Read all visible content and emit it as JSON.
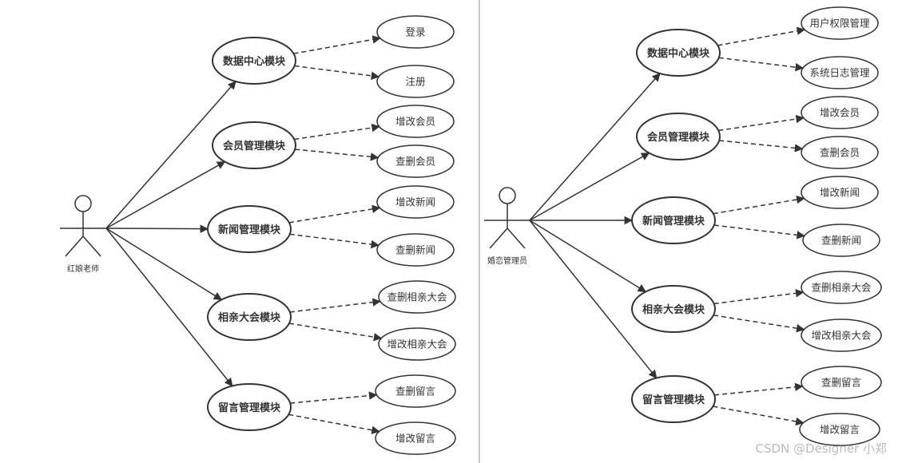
{
  "watermark": "CSDN @Designer 小郑",
  "diagrams": [
    {
      "actor": "红娘老师",
      "modules": [
        {
          "label": "数据中心模块",
          "children": [
            "登录",
            "注册"
          ]
        },
        {
          "label": "会员管理模块",
          "children": [
            "增改会员",
            "查删会员"
          ]
        },
        {
          "label": "新闻管理模块",
          "children": [
            "增改新闻",
            "查删新闻"
          ]
        },
        {
          "label": "相亲大会模块",
          "children": [
            "查删相亲大会",
            "增改相亲大会"
          ]
        },
        {
          "label": "留言管理模块",
          "children": [
            "查删留言",
            "增改留言"
          ]
        }
      ]
    },
    {
      "actor": "婚恋管理员",
      "modules": [
        {
          "label": "数据中心模块",
          "children": [
            "用户权限管理",
            "系统日志管理"
          ]
        },
        {
          "label": "会员管理模块",
          "children": [
            "增改会员",
            "查删会员"
          ]
        },
        {
          "label": "新闻管理模块",
          "children": [
            "增改新闻",
            "查删新闻"
          ]
        },
        {
          "label": "相亲大会模块",
          "children": [
            "查删相亲大会",
            "增改相亲大会"
          ]
        },
        {
          "label": "留言管理模块",
          "children": [
            "查删留言",
            "增改留言"
          ]
        }
      ]
    }
  ]
}
